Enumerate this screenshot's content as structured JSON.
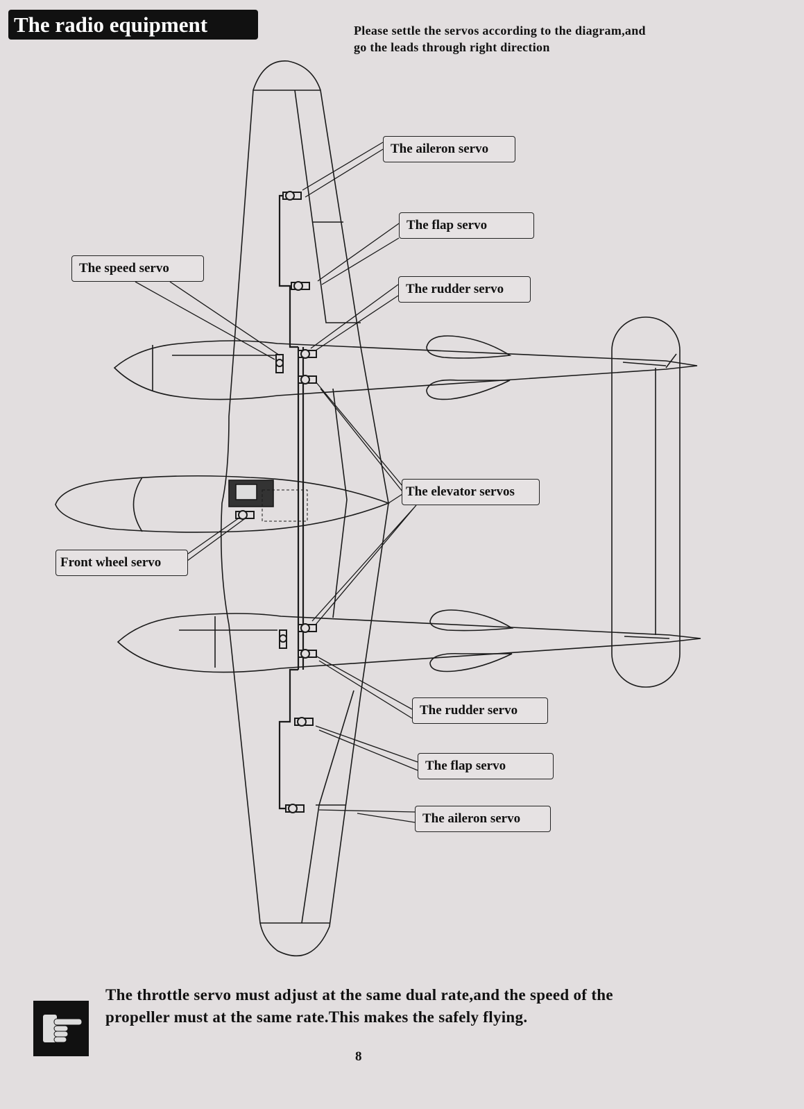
{
  "header": {
    "title": "The radio equipment",
    "instruction_line1": "Please settle the servos according to the diagram,and",
    "instruction_line2": "go the leads through right direction"
  },
  "labels": {
    "aileron_top": "The aileron servo",
    "flap_top": "The flap servo",
    "rudder_top": "The rudder servo",
    "speed": "The speed servo",
    "elevator": "The elevator servos",
    "front_wheel": "Front wheel servo",
    "rudder_bottom": "The rudder  servo",
    "flap_bottom": "The flap servo",
    "aileron_bottom": "The aileron servo"
  },
  "note": {
    "icon": "pointing-hand-icon",
    "line1": "The throttle servo must adjust at the same dual rate,and the speed of the",
    "line2": "propeller must at the same rate.This makes the safely flying."
  },
  "page_number": "8"
}
